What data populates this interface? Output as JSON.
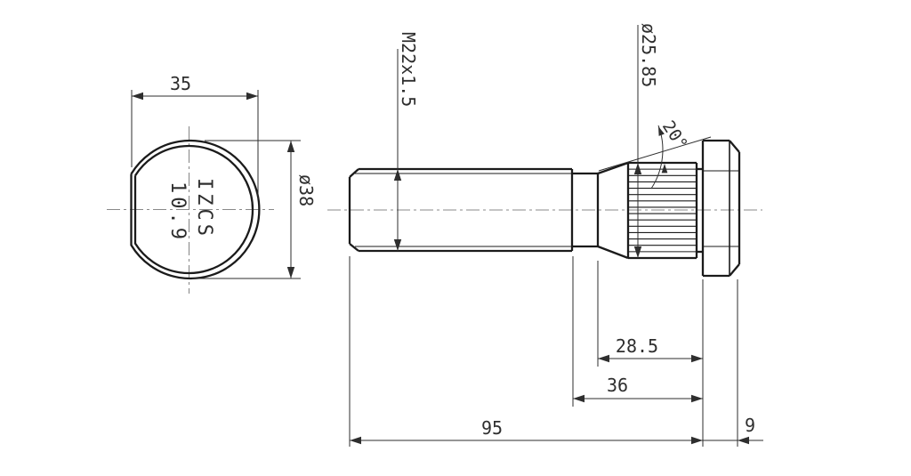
{
  "drawing": {
    "colors": {
      "background": "#ffffff",
      "object_line": "#1b1b1b",
      "dimension_line": "#2e2e2e",
      "center_line": "#8a8a8a"
    },
    "front_view": {
      "width_dim": "35",
      "diameter_dim": "ø38",
      "marking_line1": "IZCS",
      "marking_line2": "10.9"
    },
    "side_view": {
      "thread_dim": "M22x1.5",
      "serration_diameter_dim": "ø25.85",
      "serration_angle_dim": "20°",
      "serration_length_dim": "28.5",
      "grip_length_dim": "36",
      "shank_length_dim": "95",
      "head_thickness_dim": "9",
      "serration_line_count": 14
    }
  }
}
